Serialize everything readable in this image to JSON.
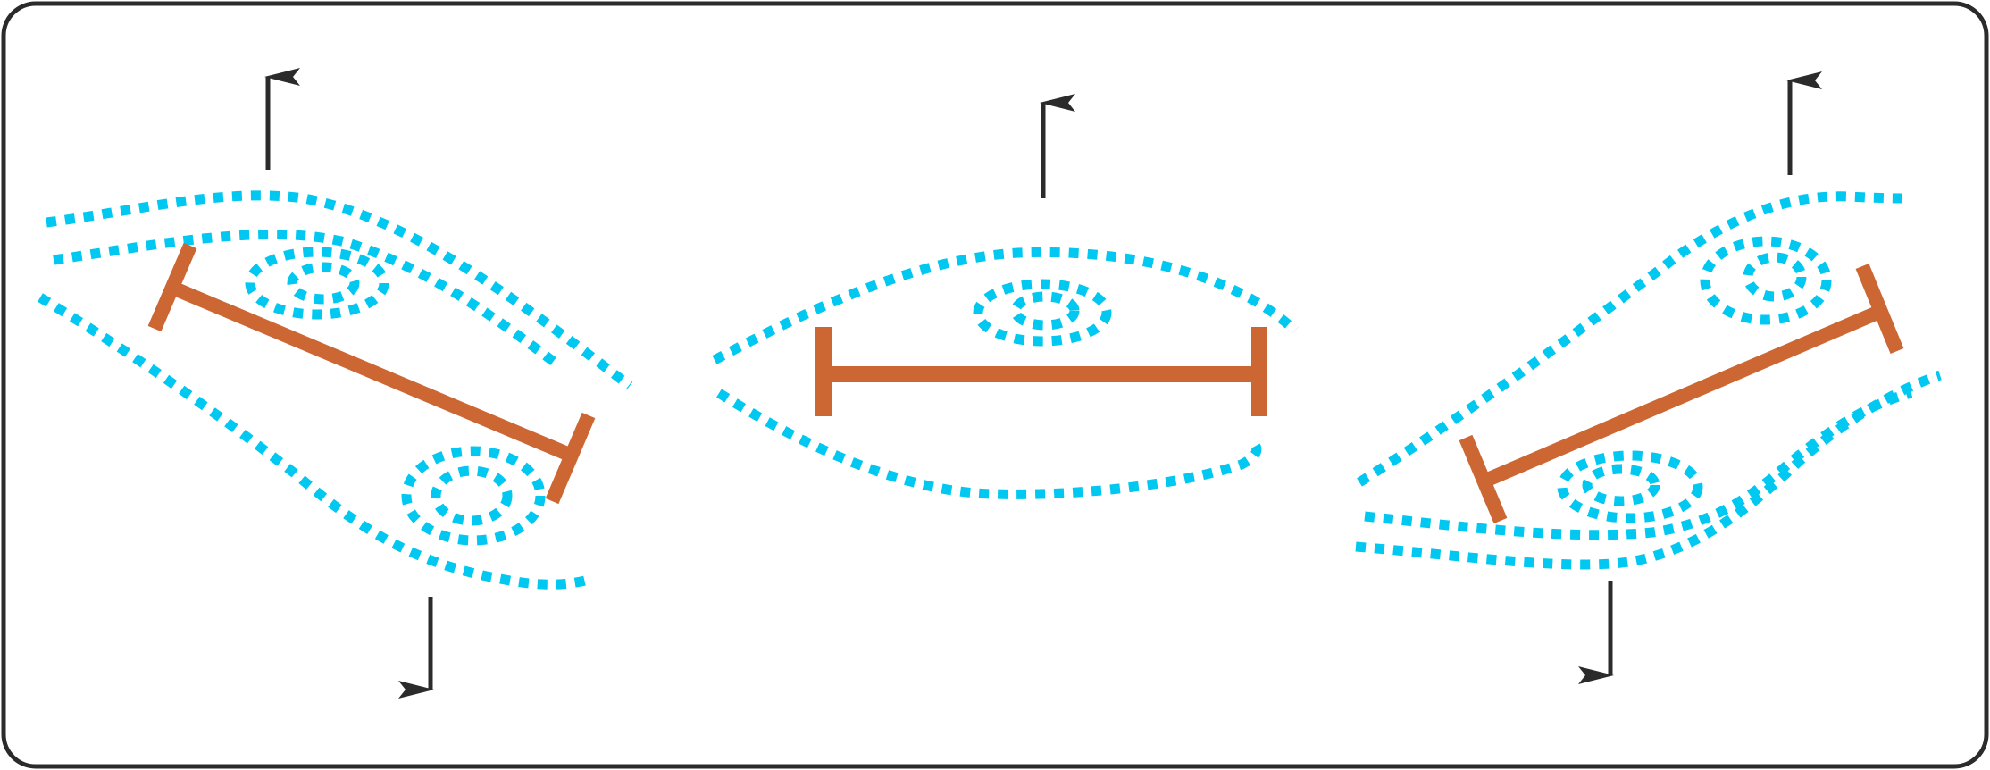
{
  "colors": {
    "frame": "#2b2b2b",
    "flow_dots": "#00c8f0",
    "bar": "#cc6633",
    "arrow": "#2b2b2b",
    "background": "#ffffff"
  },
  "panels": [
    {
      "id": "left",
      "description_icon": "tilted-dumbbell-bar",
      "arrows": [
        "up",
        "down"
      ]
    },
    {
      "id": "center",
      "description_icon": "horizontal-dumbbell-bar",
      "arrows": [
        "up"
      ]
    },
    {
      "id": "right",
      "description_icon": "tilted-dumbbell-bar",
      "arrows": [
        "up",
        "down"
      ]
    }
  ]
}
